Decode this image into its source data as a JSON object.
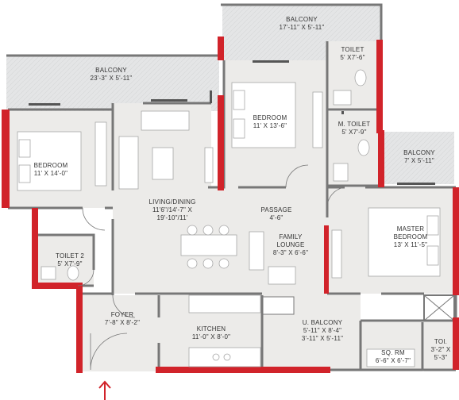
{
  "colors": {
    "floor": "#ecebe9",
    "balcony": "#e4e5e6",
    "wall": "#777777",
    "accent_wall": "#d1232a",
    "furniture": "#ffffff",
    "arrow": "#d1232a"
  },
  "rooms": {
    "balcony_top": {
      "name": "BALCONY",
      "dim": "17'-11\" X 5'-11\""
    },
    "toilet_top": {
      "name": "TOILET",
      "dim": "5' X7'-6\""
    },
    "balcony_left": {
      "name": "BALCONY",
      "dim": "23'-3\" X 5'-11\""
    },
    "bedroom_center": {
      "name": "BEDROOM",
      "dim": "11' X 13'-6\""
    },
    "m_toilet": {
      "name": "M. TOILET",
      "dim": "5' X7'-9\""
    },
    "bedroom_left": {
      "name": "BEDROOM",
      "dim": "11' X 14'-0\""
    },
    "balcony_right": {
      "name": "BALCONY",
      "dim": "7' X 5'-11\""
    },
    "living_dining": {
      "name": "LIVING/DINING",
      "dim1": "11'6\"/14'-7\" X",
      "dim2": "19'-10\"/11'"
    },
    "passage": {
      "name": "PASSAGE",
      "dim": "4'-6\""
    },
    "master_bedroom": {
      "name1": "MASTER",
      "name2": "BEDROOM",
      "dim": "13' X 11'-5\""
    },
    "family_lounge": {
      "name1": "FAMILY",
      "name2": "LOUNGE",
      "dim": "8'-3\" X 6'-6\""
    },
    "toilet2": {
      "name": "TOILET 2",
      "dim": "5' X7'-9\""
    },
    "foyer": {
      "name": "FOYER",
      "dim": "7'-8\" X 8'-2\""
    },
    "kitchen": {
      "name": "KITCHEN",
      "dim": "11'-0\" X 8'-0\""
    },
    "u_balcony": {
      "name": "U. BALCONY",
      "dim1": "5'-11\" X 8'-4\"",
      "dim2": "3'-11\" X 5'-11\""
    },
    "sq_rm": {
      "name": "SQ. RM",
      "dim": "6'-6\" X 6'-7\""
    },
    "toi": {
      "name": "TOI.",
      "dim1": "3'-2\" X",
      "dim2": "5'-3\""
    }
  }
}
